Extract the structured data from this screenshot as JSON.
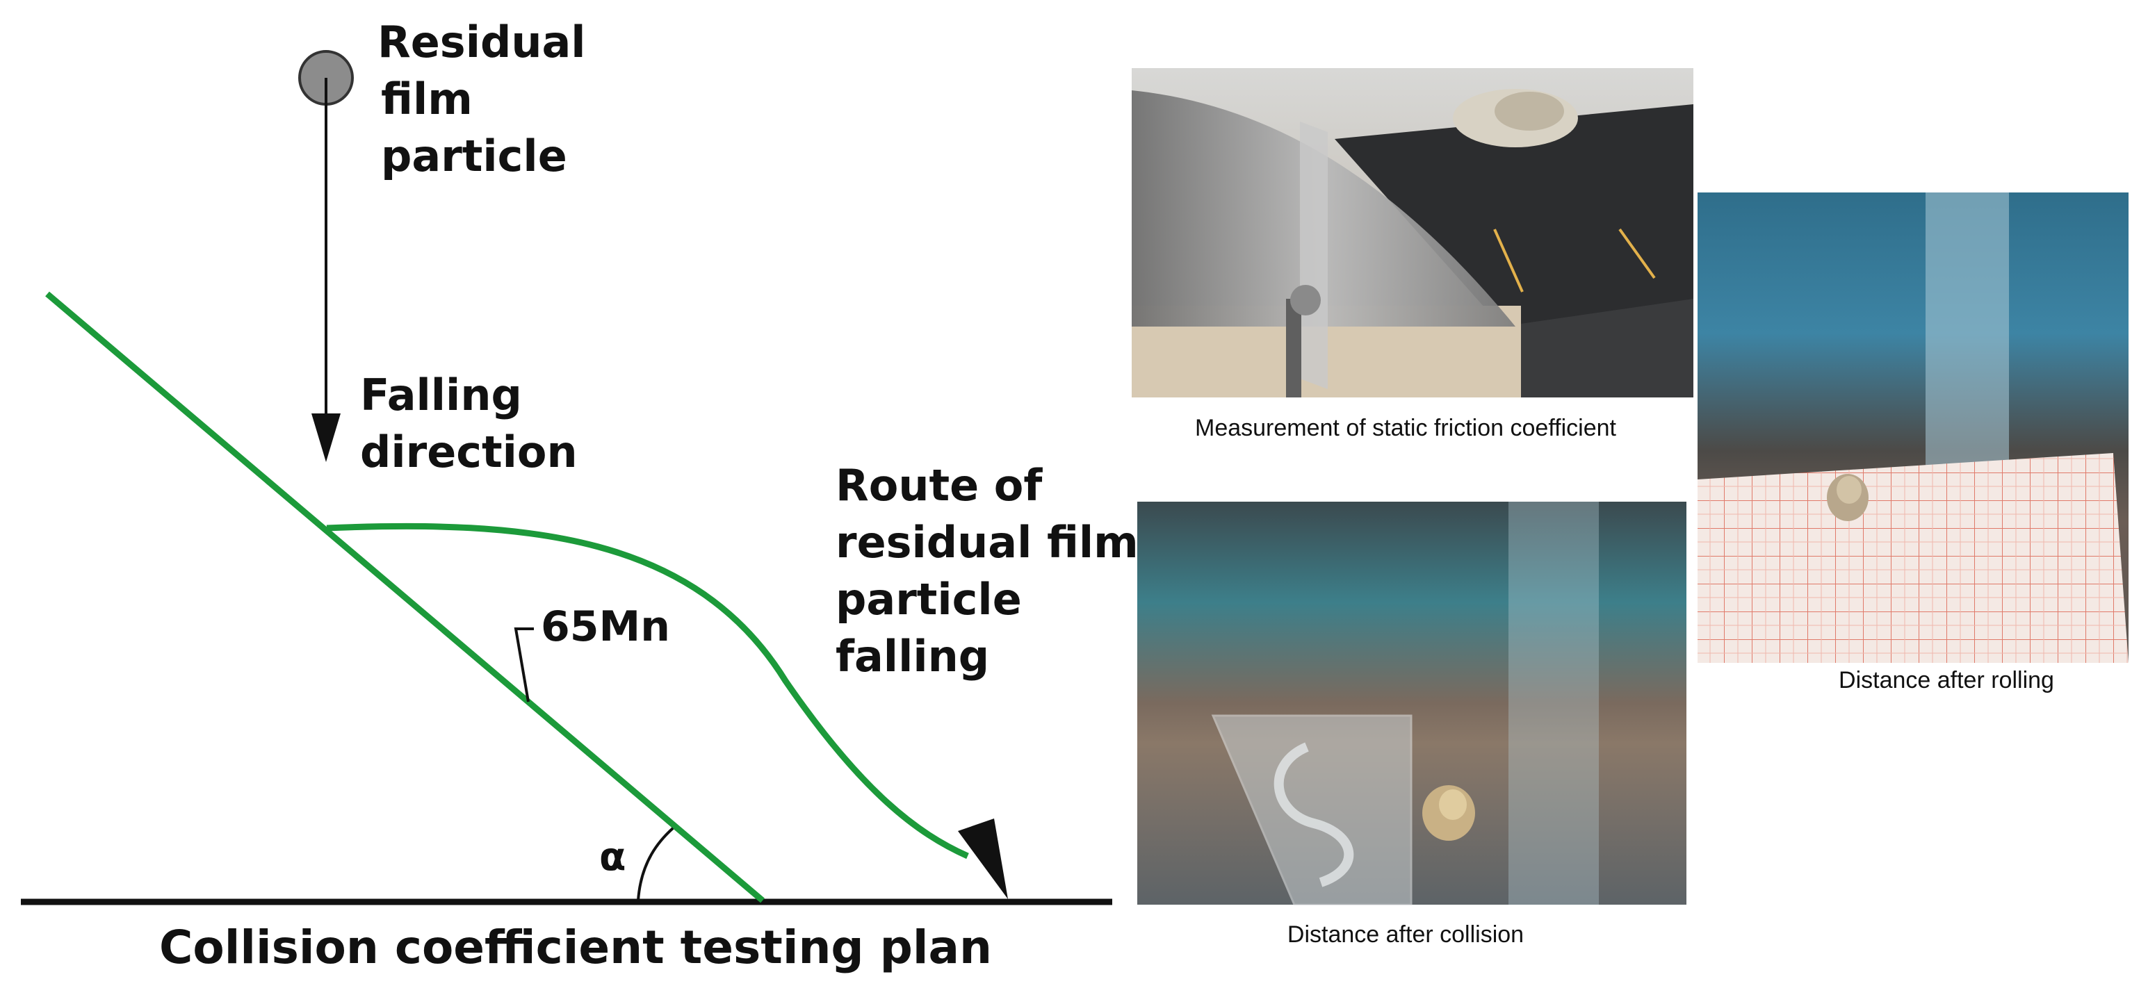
{
  "diagram": {
    "particle_label": [
      "Residual",
      "film",
      "particle"
    ],
    "falling_label": [
      "Falling",
      "direction"
    ],
    "route_label": [
      "Route of",
      "residual film",
      "particle",
      "falling"
    ],
    "material_label": "65Mn",
    "angle_label": "α",
    "plan_title": "Collision coefficient testing plan",
    "colors": {
      "path": "#1c9a3a",
      "ink": "#111111",
      "particle_fill": "#8c8c8c"
    }
  },
  "photos": {
    "friction": {
      "caption": "Measurement of static friction coefficient"
    },
    "rolling": {
      "caption": "Distance after rolling"
    },
    "collision": {
      "caption": "Distance after collision"
    }
  }
}
